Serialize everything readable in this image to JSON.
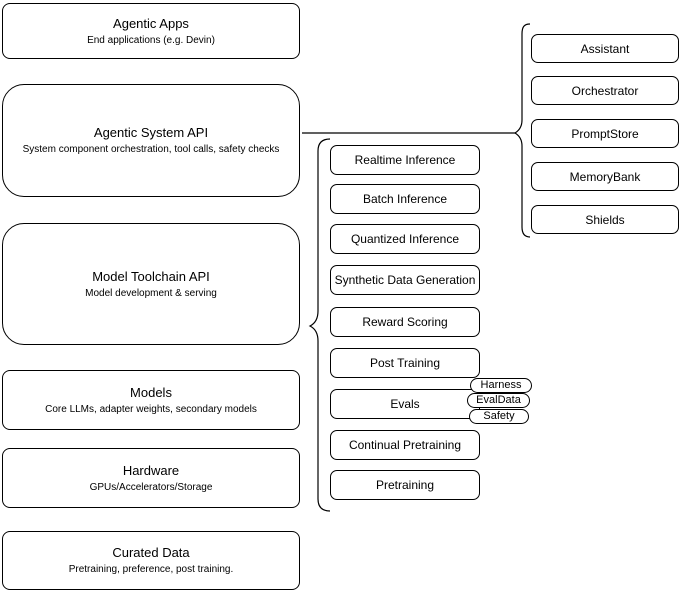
{
  "diagram": {
    "stack": [
      {
        "title": "Agentic Apps",
        "subtitle": "End applications (e.g. Devin)"
      },
      {
        "title": "Agentic System API",
        "subtitle": "System component orchestration, tool calls, safety checks"
      },
      {
        "title": "Model Toolchain API",
        "subtitle": "Model development & serving"
      },
      {
        "title": "Models",
        "subtitle": "Core LLMs, adapter weights, secondary models"
      },
      {
        "title": "Hardware",
        "subtitle": "GPUs/Accelerators/Storage"
      },
      {
        "title": "Curated Data",
        "subtitle": "Pretraining, preference, post training."
      }
    ],
    "toolchain": {
      "items": [
        "Realtime Inference",
        "Batch Inference",
        "Quantized Inference",
        "Synthetic Data Generation",
        "Reward Scoring",
        "Post Training",
        "Evals",
        "Continual Pretraining",
        "Pretraining"
      ]
    },
    "evals_badges": [
      "Harness",
      "EvalData",
      "Safety"
    ],
    "system_components": [
      "Assistant",
      "Orchestrator",
      "PromptStore",
      "MemoryBank",
      "Shields"
    ],
    "colors": {
      "stroke": "#000000",
      "fill": "#ffffff",
      "background": "#ffffff"
    }
  }
}
